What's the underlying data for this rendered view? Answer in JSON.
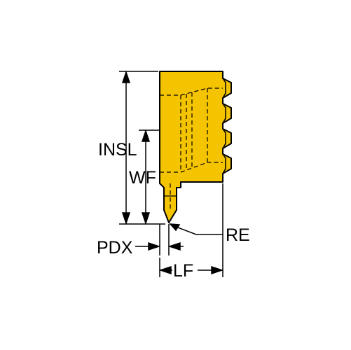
{
  "diagram": {
    "labels": {
      "insl": "INSL",
      "wf": "WF",
      "pdx": "PDX",
      "re": "RE",
      "lf": "LF"
    },
    "colors": {
      "insert_fill": "#f5c400",
      "outline": "#000000",
      "background": "#ffffff"
    }
  }
}
